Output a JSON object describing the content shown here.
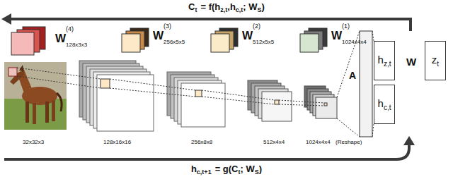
{
  "diagram": {
    "nodes": [
      {
        "text": [
          "h",
          "z,t"
        ]
      },
      {
        "text": [
          "h",
          "c,t"
        ]
      },
      {
        "text": [
          "z",
          "t"
        ]
      }
    ],
    "labels": [
      "C",
      "t",
      "= f(h",
      "z,t",
      ",h",
      "c,t",
      "; W",
      "S",
      ")",
      "h",
      "c,t+1",
      "= g(C",
      "t",
      "; W",
      "S",
      ")",
      "W",
      "(4)",
      "128x3x3",
      "W",
      "(3)",
      "256x5x5",
      "W",
      "(2)",
      "512x5x5",
      "W",
      "(1)",
      "1024x4x4",
      "32x32x3",
      "128x16x16",
      "256x8x8",
      "512x4x4",
      "1024x4x4",
      "(Reshape)",
      "A",
      "W"
    ]
  }
}
